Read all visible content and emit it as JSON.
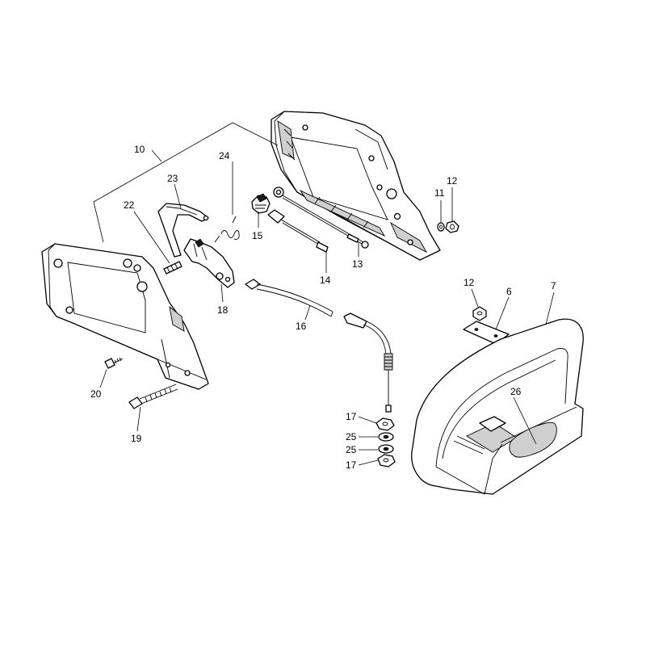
{
  "diagram": {
    "callouts": {
      "c10": "10",
      "c24": "24",
      "c23": "23",
      "c22": "22",
      "c15": "15",
      "c14": "14",
      "c13": "13",
      "c11": "11",
      "c12a": "12",
      "c12b": "12",
      "c6": "6",
      "c7": "7",
      "c18": "18",
      "c16": "16",
      "c20": "20",
      "c19": "19",
      "c26": "26",
      "c17a": "17",
      "c25a": "25",
      "c25b": "25",
      "c17b": "17"
    },
    "colors": {
      "line": "#000000",
      "background": "#ffffff",
      "shade": "#cfcfcf"
    }
  }
}
